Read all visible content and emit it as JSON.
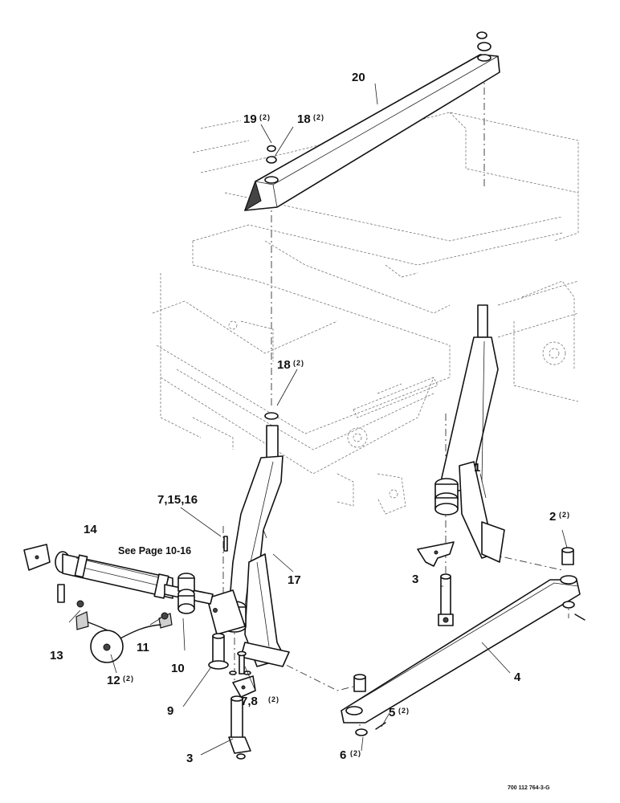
{
  "callouts": {
    "c1": {
      "num": "1",
      "qty": ""
    },
    "c2": {
      "num": "2",
      "qty": "(2)"
    },
    "c3a": {
      "num": "3",
      "qty": ""
    },
    "c3b": {
      "num": "3",
      "qty": ""
    },
    "c4": {
      "num": "4",
      "qty": ""
    },
    "c5": {
      "num": "5",
      "qty": "(2)"
    },
    "c6": {
      "num": "6",
      "qty": "(2)"
    },
    "c7_15_16": {
      "num": "7,15,16",
      "qty": ""
    },
    "c7_8": {
      "num": "7,8",
      "qty": "(2)"
    },
    "c9": {
      "num": "9",
      "qty": ""
    },
    "c10": {
      "num": "10",
      "qty": ""
    },
    "c11": {
      "num": "11",
      "qty": ""
    },
    "c12": {
      "num": "12",
      "qty": "(2)"
    },
    "c13": {
      "num": "13",
      "qty": ""
    },
    "c14": {
      "num": "14",
      "qty": ""
    },
    "c17": {
      "num": "17",
      "qty": ""
    },
    "c18a": {
      "num": "18",
      "qty": "(2)"
    },
    "c18b": {
      "num": "18",
      "qty": "(2)"
    },
    "c19": {
      "num": "19",
      "qty": "(2)"
    },
    "c20": {
      "num": "20",
      "qty": ""
    }
  },
  "note": "See Page 10-16",
  "drawing_number": "700 112 764-3-G"
}
